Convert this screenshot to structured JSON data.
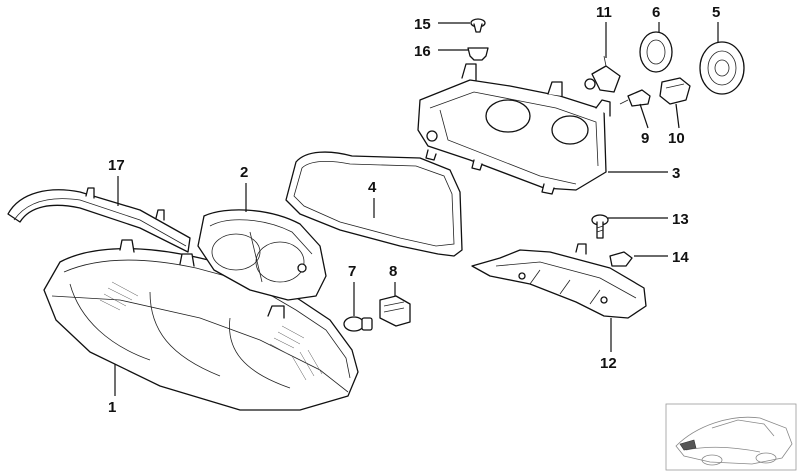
{
  "callouts": [
    {
      "id": "1",
      "part": "headlight-assembly"
    },
    {
      "id": "2",
      "part": "reflector-housing"
    },
    {
      "id": "3",
      "part": "rear-housing"
    },
    {
      "id": "4",
      "part": "gasket-frame"
    },
    {
      "id": "5",
      "part": "large-cap"
    },
    {
      "id": "6",
      "part": "small-cap"
    },
    {
      "id": "7",
      "part": "bulb"
    },
    {
      "id": "8",
      "part": "bulb-socket"
    },
    {
      "id": "9",
      "part": "small-bulb"
    },
    {
      "id": "10",
      "part": "bulb-holder"
    },
    {
      "id": "11",
      "part": "wire-connector"
    },
    {
      "id": "12",
      "part": "mounting-bracket"
    },
    {
      "id": "13",
      "part": "screw"
    },
    {
      "id": "14",
      "part": "clip-nut"
    },
    {
      "id": "15",
      "part": "rivet"
    },
    {
      "id": "16",
      "part": "clip"
    },
    {
      "id": "17",
      "part": "trim-strip"
    }
  ],
  "icons": {
    "inset": "car-location-thumbnail-icon"
  }
}
